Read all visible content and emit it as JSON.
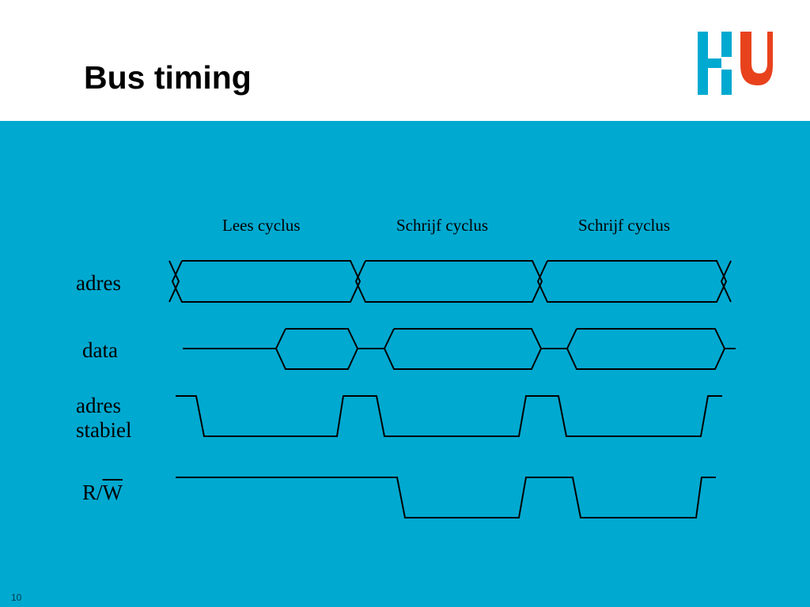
{
  "slide": {
    "title": "Bus timing",
    "page_number": "10",
    "logo_text": "HU"
  },
  "cycles": [
    "Lees cyclus",
    "Schrijf cyclus",
    "Schrijf cyclus"
  ],
  "signals": {
    "adres": "adres",
    "data": "data",
    "adres_stabiel": "adres\nstabiel",
    "rw_prefix": "R/",
    "rw_bar": "W"
  },
  "colors": {
    "background": "#00a9d0",
    "header": "#ffffff",
    "logo_blue": "#00a9d0",
    "logo_red": "#e8421c",
    "line": "#000000"
  }
}
